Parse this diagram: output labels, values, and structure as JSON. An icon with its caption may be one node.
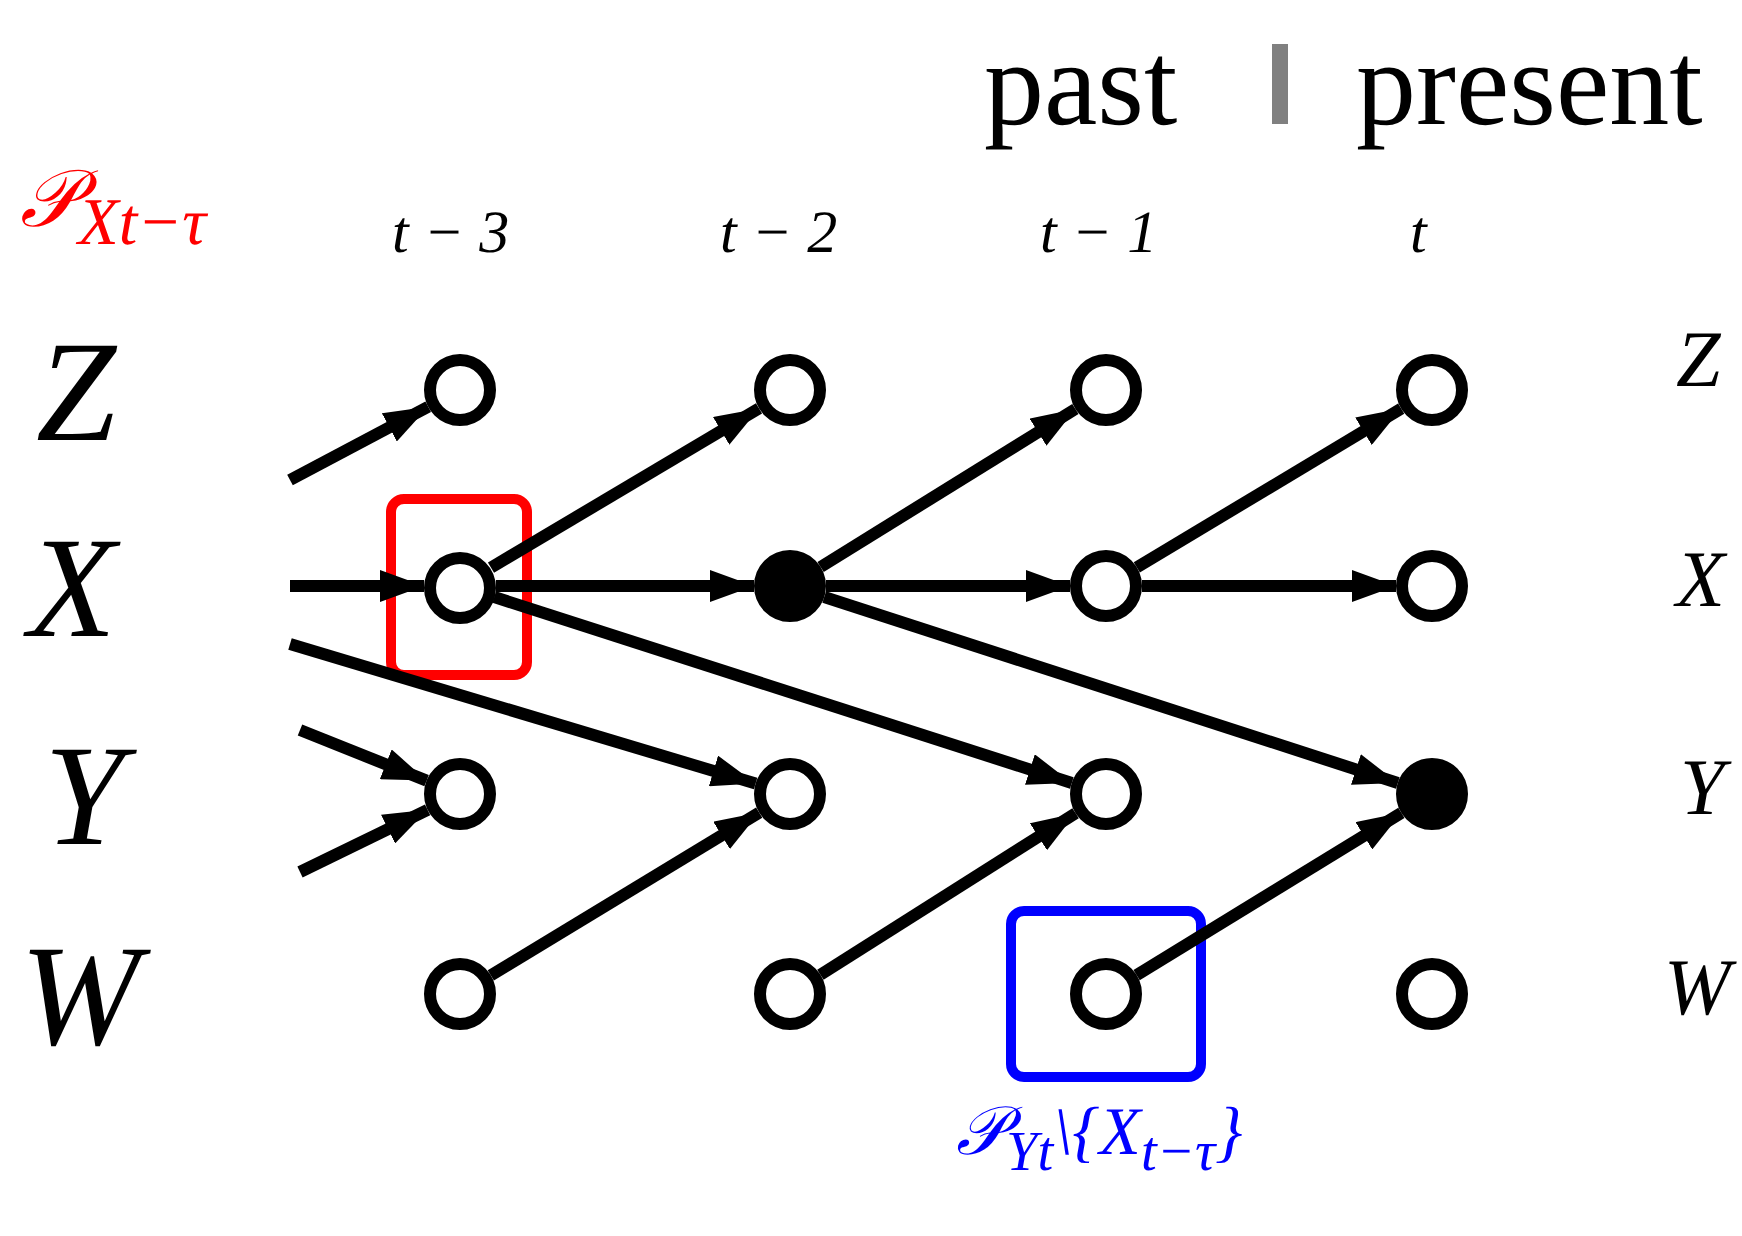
{
  "diagram": {
    "nodes": [
      {
        "text": [],
        "shape": "box"
      },
      {
        "text": [],
        "shape": "circle"
      },
      {
        "text": [],
        "shape": "circle"
      },
      {
        "text": [],
        "shape": "circle"
      },
      {
        "text": [],
        "shape": "circle"
      },
      {
        "text": [],
        "shape": "circle",
        "in": 0
      },
      {
        "text": [],
        "shape": "dot"
      },
      {
        "text": [],
        "shape": "circle"
      },
      {
        "text": [],
        "shape": "circle"
      },
      {
        "text": [],
        "shape": "circle"
      },
      {
        "text": [],
        "shape": "circle"
      },
      {
        "text": [],
        "shape": "circle"
      },
      {
        "text": [],
        "shape": "dot"
      },
      {
        "text": [
          "𝒫$_{Y}$$_{t}$\\{X$_{t−τ}$}"
        ]
      },
      {
        "text": [],
        "shape": "circle"
      },
      {
        "text": [],
        "shape": "circle"
      },
      {
        "text": [],
        "shape": "circle",
        "in": 13
      },
      {
        "text": [],
        "shape": "circle"
      }
    ],
    "edges": [
      {
        "from": null,
        "to": 1,
        "arrow": "to"
      },
      {
        "from": null,
        "to": 5,
        "arrow": "to"
      },
      {
        "from": null,
        "to": 9,
        "arrow": "to"
      },
      {
        "from": null,
        "to": 9,
        "arrow": "to"
      },
      {
        "from": null,
        "to": 10,
        "arrow": "to"
      },
      {
        "from": 5,
        "to": 2,
        "arrow": "to"
      },
      {
        "from": 5,
        "to": 6,
        "arrow": "to"
      },
      {
        "from": 5,
        "to": 11,
        "arrow": "to"
      },
      {
        "from": 14,
        "to": 10,
        "arrow": "to"
      },
      {
        "from": 6,
        "to": 3,
        "arrow": "to"
      },
      {
        "from": 6,
        "to": 7,
        "arrow": "to"
      },
      {
        "from": 6,
        "to": 12,
        "arrow": "to"
      },
      {
        "from": 15,
        "to": 11,
        "arrow": "to"
      },
      {
        "from": 7,
        "to": 4,
        "arrow": "to"
      },
      {
        "from": 7,
        "to": 8,
        "arrow": "to"
      },
      {
        "from": 16,
        "to": 12,
        "arrow": "to"
      }
    ],
    "labels": [
      "past",
      "present",
      "𝒫$_{X}$$_{t−τ}$",
      "t − 3",
      "t − 2",
      "t − 1",
      "t",
      "Z",
      "Z",
      "X",
      "X",
      "Y",
      "Y",
      "W",
      "W"
    ]
  }
}
